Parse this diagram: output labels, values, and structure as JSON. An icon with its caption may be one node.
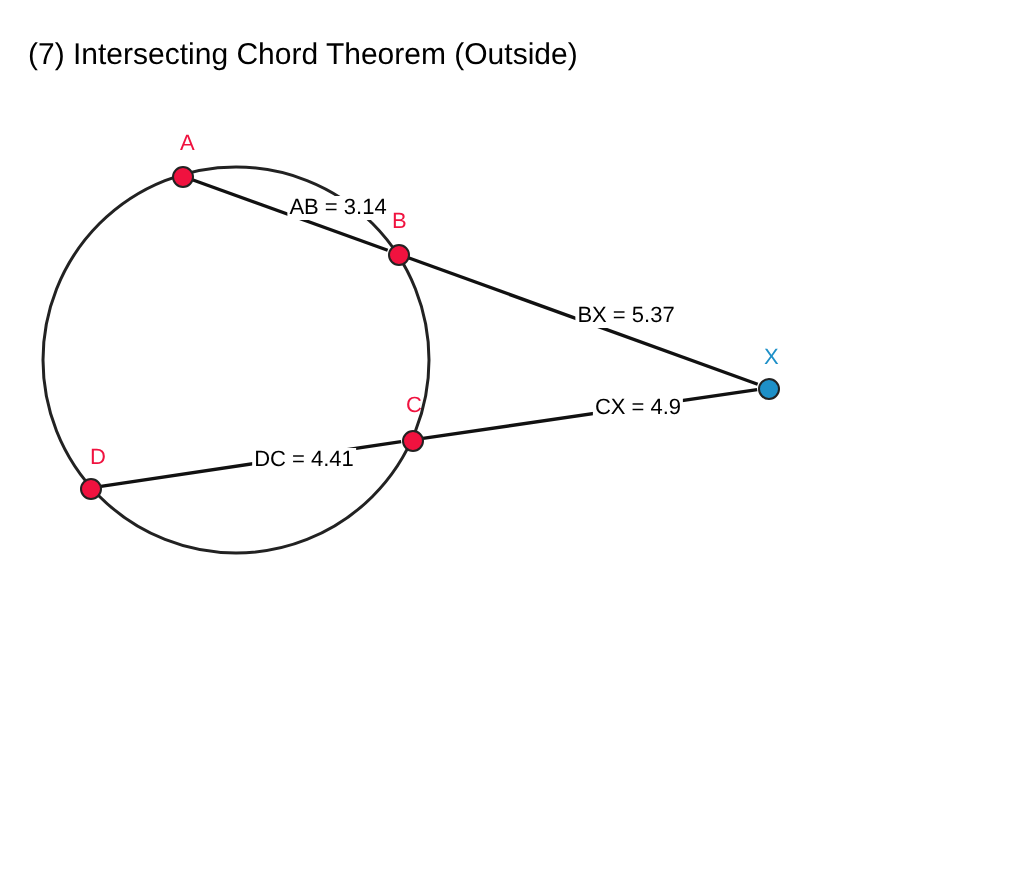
{
  "diagram": {
    "title": "(7) Intersecting Chord Theorem (Outside)",
    "nodes": [
      {
        "text": [],
        "shape": "circle",
        "beside": [
          "A"
        ]
      },
      {
        "text": [],
        "shape": "circle",
        "beside": [
          "B"
        ]
      },
      {
        "text": [],
        "shape": "circle",
        "beside": [
          "C"
        ]
      },
      {
        "text": [],
        "shape": "circle",
        "beside": [
          "D"
        ]
      },
      {
        "text": [],
        "shape": "circle",
        "beside": [
          "X"
        ]
      }
    ],
    "edges": [
      {
        "from": 0,
        "to": 1,
        "arrow": "none",
        "label": "AB = 3.14"
      },
      {
        "from": 1,
        "to": 4,
        "arrow": "none",
        "label": "BX = 5.37"
      },
      {
        "from": 4,
        "to": 2,
        "arrow": "none",
        "label": "CX = 4.9"
      },
      {
        "from": 2,
        "to": 3,
        "arrow": "none",
        "label": "DC = 4.41"
      }
    ]
  }
}
